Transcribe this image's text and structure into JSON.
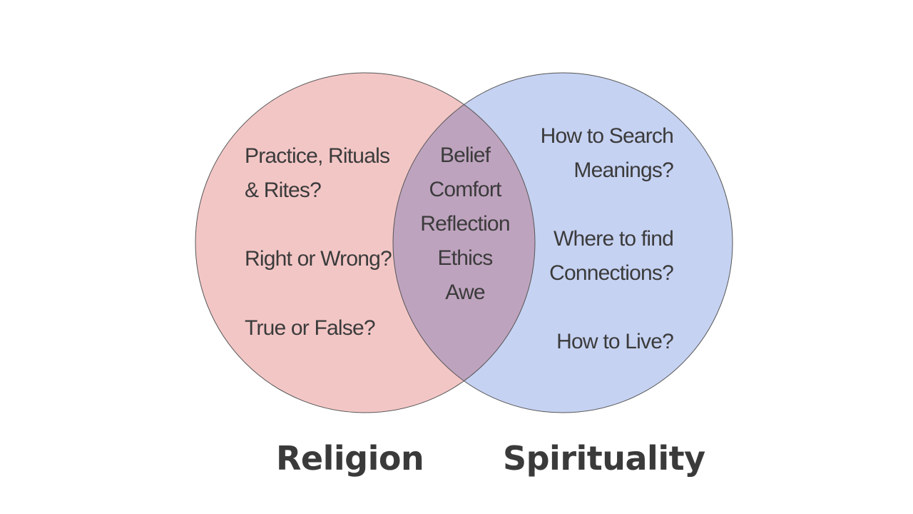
{
  "colors": {
    "religion_fill": "#f3c6c6",
    "spirituality_fill": "#c6d2f2",
    "overlap_fill": "#bea3be",
    "outline": "#555555",
    "text": "#3b3b3b"
  },
  "religion": {
    "label": "Religion",
    "items": [
      [
        "Practice,  Rituals",
        "& Rites?"
      ],
      [
        "Right or Wrong?"
      ],
      [
        "True or False?"
      ]
    ]
  },
  "spirituality": {
    "label": "Spirituality",
    "items": [
      [
        "How to Search",
        "Meanings?"
      ],
      [
        "Where to find",
        "Connections?"
      ],
      [
        "How to Live?"
      ]
    ]
  },
  "overlap": {
    "items": [
      "Belief",
      "Comfort",
      "Reflection",
      "Ethics",
      "Awe"
    ]
  }
}
